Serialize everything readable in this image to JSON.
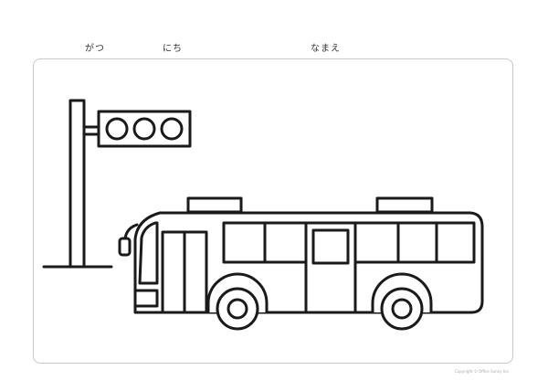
{
  "header": {
    "month_label": "がつ",
    "day_label": "にち",
    "name_label": "なまえ"
  },
  "illustration": {
    "subject": "bus-at-traffic-light",
    "line_color": "#1a1a1a",
    "fill_color": "#ffffff",
    "frame_color": "#c8c8c8"
  },
  "footer": {
    "copyright": "Copyright © Office Sunny Inc."
  }
}
